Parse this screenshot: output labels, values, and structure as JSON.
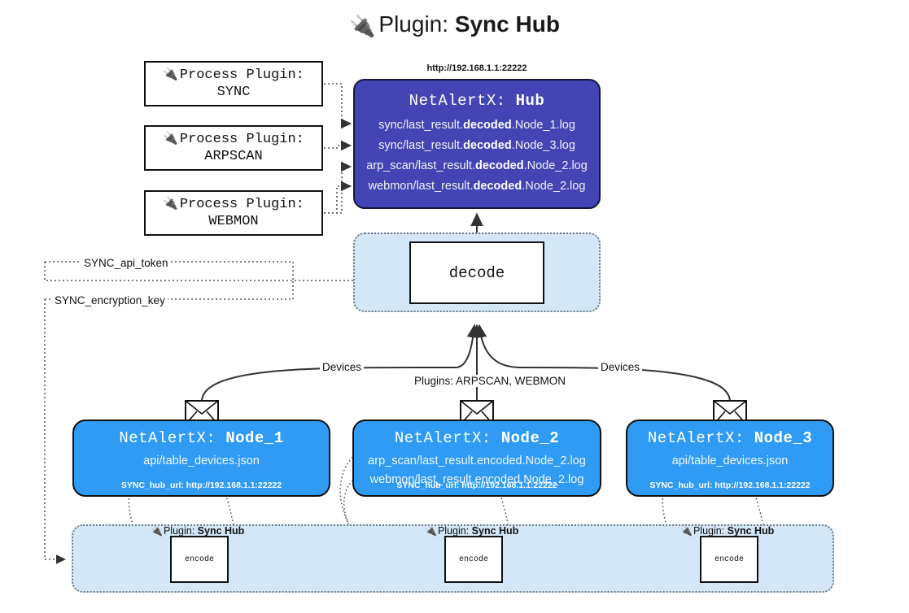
{
  "header": {
    "plug_icon": "plug-icon",
    "prefix": "Plugin:",
    "name": "Sync Hub"
  },
  "process_plugins": [
    {
      "line1": "Process Plugin:",
      "line2": "SYNC"
    },
    {
      "line1": "Process Plugin:",
      "line2": "ARPSCAN"
    },
    {
      "line1": "Process Plugin:",
      "line2": "WEBMON"
    }
  ],
  "hub": {
    "url": "http://192.168.1.1:22222",
    "title_prefix": "NetAlertX:",
    "title_name": "Hub",
    "logs": [
      {
        "pre": "sync/last_result.",
        "mid": "decoded",
        "post": ".Node_1.log"
      },
      {
        "pre": "sync/last_result.",
        "mid": "decoded",
        "post": ".Node_3.log"
      },
      {
        "pre": "arp_scan/last_result.",
        "mid": "decoded",
        "post": ".Node_2.log"
      },
      {
        "pre": "webmon/last_result.",
        "mid": "decoded",
        "post": ".Node_2.log"
      }
    ]
  },
  "decode": {
    "label": "decode"
  },
  "settings": {
    "api_token": "SYNC_api_token",
    "encryption_key": "SYNC_encryption_key"
  },
  "edge_labels": {
    "devices_left": "Devices",
    "devices_right": "Devices",
    "plugins_center": "Plugins: ARPSCAN, WEBMON"
  },
  "nodes": [
    {
      "title_prefix": "NetAlertX:",
      "title_name": "Node_1",
      "lines": [
        "api/table_devices.json"
      ],
      "hub_url_label": "SYNC_hub_url: http://192.168.1.1:22222",
      "envelope_icon": "envelope-icon"
    },
    {
      "title_prefix": "NetAlertX:",
      "title_name": "Node_2",
      "lines": [
        "arp_scan/last_result.encoded.Node_2.log",
        "webmon/last_result.encoded.Node_2.log"
      ],
      "hub_url_label": "SYNC_hub_url: http://192.168.1.1:22222",
      "envelope_icon": "envelope-icon"
    },
    {
      "title_prefix": "NetAlertX:",
      "title_name": "Node_3",
      "lines": [
        "api/table_devices.json"
      ],
      "hub_url_label": "SYNC_hub_url: http://192.168.1.1:22222",
      "envelope_icon": "envelope-icon"
    }
  ],
  "encoders": [
    {
      "plugin_prefix": "Plugin:",
      "plugin_name": "Sync Hub",
      "label": "encode"
    },
    {
      "plugin_prefix": "Plugin:",
      "plugin_name": "Sync Hub",
      "label": "encode"
    },
    {
      "plugin_prefix": "Plugin:",
      "plugin_name": "Sync Hub",
      "label": "encode"
    }
  ],
  "colors": {
    "hub_fill": "#4345b4",
    "node_fill": "#2f9bf5",
    "container_fill": "#d3e7f8",
    "line": "#333333",
    "page_bg": "#ffffff"
  }
}
